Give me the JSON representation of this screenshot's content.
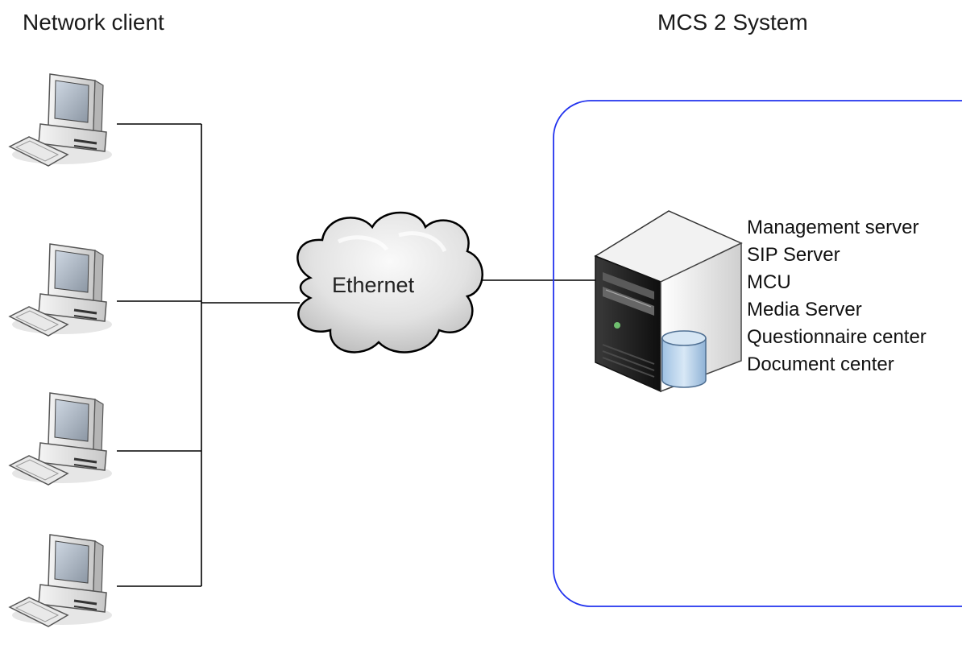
{
  "headers": {
    "client_side": "Network client",
    "system_side": "MCS 2 System"
  },
  "network": {
    "label": "Ethernet"
  },
  "server": {
    "services": [
      "Management server",
      "SIP Server",
      "MCU",
      "Media Server",
      "Questionnaire center",
      "Document center"
    ]
  },
  "colors": {
    "system_boundary": "#2233ee",
    "connection_line": "#000000",
    "cloud_fill": "#e4e4e4",
    "server_body": "#1c1c1c",
    "database": "#bcd6ec"
  },
  "icons": {
    "client": "desktop-computer-icon",
    "network": "cloud-icon",
    "server": "server-tower-icon",
    "database": "database-cylinder-icon"
  }
}
